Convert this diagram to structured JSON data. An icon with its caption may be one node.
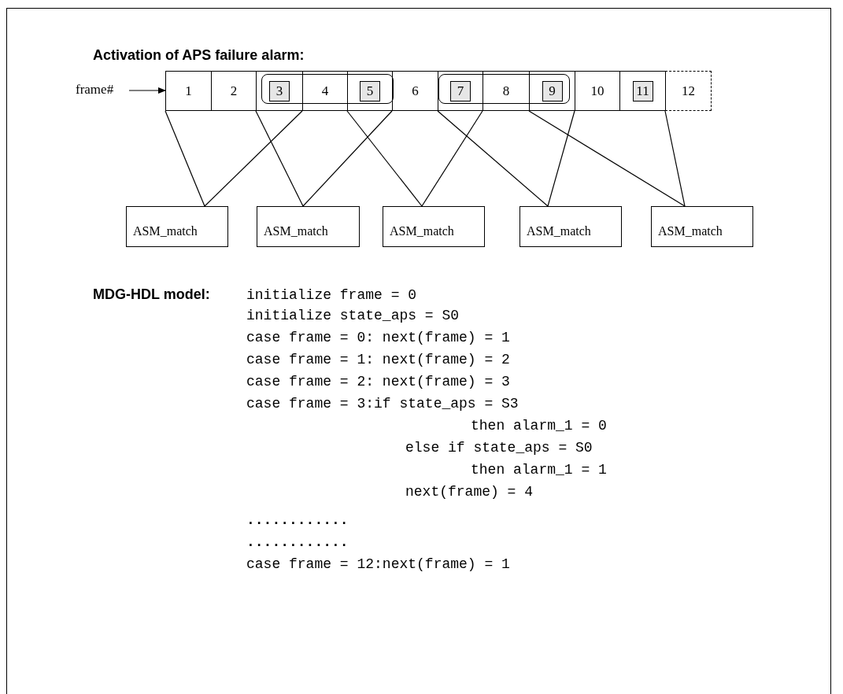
{
  "diagram": {
    "title": "Activation of APS failure alarm:",
    "nodes": [
      {
        "text": [
          "frame#"
        ]
      },
      {
        "text": [
          "1"
        ]
      },
      {
        "text": [
          "2"
        ]
      },
      {
        "text": [
          "3"
        ]
      },
      {
        "text": [
          "4"
        ]
      },
      {
        "text": [
          "5"
        ]
      },
      {
        "text": [
          "6"
        ]
      },
      {
        "text": [
          "7"
        ]
      },
      {
        "text": [
          "8"
        ]
      },
      {
        "text": [
          "9"
        ]
      },
      {
        "text": [
          "10"
        ]
      },
      {
        "text": [
          "11"
        ]
      },
      {
        "text": [
          "12"
        ]
      },
      {
        "text": [],
        "shape": "box"
      },
      {
        "text": [],
        "shape": "box"
      },
      {
        "text": [
          "ASM_match"
        ]
      },
      {
        "text": [
          "ASM_match"
        ]
      },
      {
        "text": [
          "ASM_match"
        ]
      },
      {
        "text": [
          "ASM_match"
        ]
      },
      {
        "text": [
          "ASM_match"
        ]
      }
    ],
    "edges": [
      {
        "from": 0,
        "to": 1,
        "arrow": "to"
      },
      {
        "from": 1,
        "to": 15,
        "arrow": "none"
      },
      {
        "from": 3,
        "to": 15,
        "arrow": "none"
      },
      {
        "from": 3,
        "to": 16,
        "arrow": "none"
      },
      {
        "from": 5,
        "to": 16,
        "arrow": "none"
      },
      {
        "from": 5,
        "to": 17,
        "arrow": "none"
      },
      {
        "from": 7,
        "to": 17,
        "arrow": "none"
      },
      {
        "from": 7,
        "to": 18,
        "arrow": "none"
      },
      {
        "from": 9,
        "to": 18,
        "arrow": "none"
      },
      {
        "from": 9,
        "to": 19,
        "arrow": "none"
      },
      {
        "from": 11,
        "to": 19,
        "arrow": "none"
      }
    ],
    "labels": [
      "MDG-HDL model:",
      "initialize frame = 0",
      "initialize state_aps = S0",
      "case frame = 0: next(frame) = 1",
      "case frame = 1: next(frame) = 2",
      "case frame = 2: next(frame) = 3",
      "case frame = 3:if state_aps = S3",
      "then alarm_1 = 0",
      "else if state_aps = S0",
      "then alarm_1 = 1",
      "next(frame) = 4",
      "............",
      "............",
      "case frame = 12:next(frame) = 1"
    ]
  }
}
